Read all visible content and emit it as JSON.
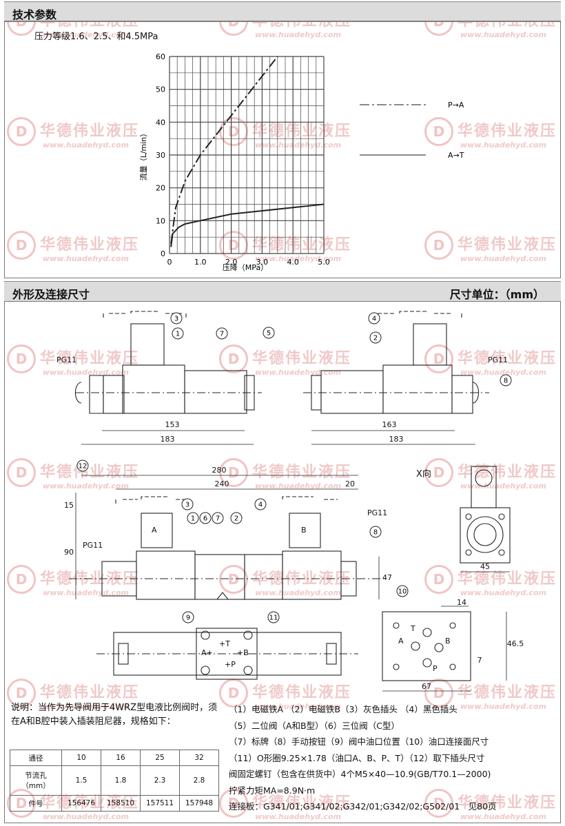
{
  "brand": {
    "name": "华德伟业液压",
    "url": "www.huadehyd.com",
    "logo_glyph": "D",
    "color": "#f0c9c9"
  },
  "section_tech": {
    "title": "技术参数",
    "pressure_note": "压力等级1.6、2.5、和4.5MPa"
  },
  "chart_data": {
    "type": "line",
    "xlabel": "压降（MPa）",
    "ylabel": "流量（L/min）",
    "xlim": [
      0,
      5.0
    ],
    "ylim": [
      0,
      60
    ],
    "x_ticks": [
      "0",
      "1.0",
      "2.0",
      "3.0",
      "4.0",
      "5.0"
    ],
    "y_ticks": [
      "0",
      "10",
      "20",
      "30",
      "40",
      "50",
      "60"
    ],
    "grid": true,
    "legend_position": "right",
    "series": [
      {
        "name": "P→A",
        "style": "dashed",
        "x": [
          0.05,
          0.2,
          0.5,
          1.0,
          1.5,
          2.0,
          2.5,
          3.0,
          3.5
        ],
        "y": [
          3,
          14,
          22,
          30,
          36,
          42,
          48,
          54,
          60
        ]
      },
      {
        "name": "A→T",
        "style": "solid",
        "x": [
          0.05,
          0.1,
          0.3,
          0.5,
          1.0,
          2.0,
          3.0,
          4.0,
          5.0
        ],
        "y": [
          2,
          6,
          8,
          9,
          10,
          12,
          13,
          14,
          15
        ]
      }
    ]
  },
  "section_dim": {
    "title": "外形及连接尺寸",
    "unit": "尺寸单位：（mm）"
  },
  "drawing": {
    "pg11": "PG11",
    "x_dir": "X向",
    "callouts": [
      "1",
      "2",
      "3",
      "4",
      "5",
      "6",
      "7",
      "8",
      "9",
      "10",
      "11",
      "12"
    ],
    "dims": {
      "d153": "153",
      "d183a": "183",
      "d163": "163",
      "d183b": "183",
      "d280": "280",
      "d240": "240",
      "d20": "20",
      "d15": "15",
      "d90": "90",
      "d47": "47",
      "d45": "45",
      "d14": "14",
      "d46_5": "46.5",
      "d7": "7",
      "d67": "67"
    },
    "ports": {
      "A": "A",
      "B": "B",
      "P": "P",
      "T": "T",
      "plusT": "+T",
      "plusB": "+B",
      "plusP": "+P",
      "Aplus": "A+"
    },
    "coil_a": "A",
    "coil_b": "B"
  },
  "note": {
    "text": "说明：当作为先导阀用于4WRZ型电液比例阀时，须在A和B腔中装入插装阻尼器，规格如下："
  },
  "table": {
    "headers": [
      "通径",
      "10",
      "16",
      "25",
      "32"
    ],
    "rows": [
      {
        "label": "节流孔（mm）",
        "cells": [
          "1.5",
          "1.8",
          "2.3",
          "2.8"
        ]
      },
      {
        "label": "件号",
        "cells": [
          "156476",
          "158510",
          "157511",
          "157948"
        ]
      }
    ]
  },
  "legend_lines": [
    "（1）电磁铁A （2）电磁铁B（3）灰色插头 （4）黑色插头",
    "（5）二位阀（A和B型）（6）三位阀（C型）",
    "（7）标牌（8）手动按钮（9）阀中油口位置（10）油口连接面尺寸",
    "（11）O形圈9.25×1.78（油口A、B、P、T）（12）取下插头尺寸",
    "阀固定螺钉（包含在供货中）4个M5×40—10.9(GB/T70.1—2000)",
    "拧紧力矩MA=8.9N·m",
    "连接板：G341/01;G341/02;G342/01;G342/02;G502/01　见80页"
  ]
}
